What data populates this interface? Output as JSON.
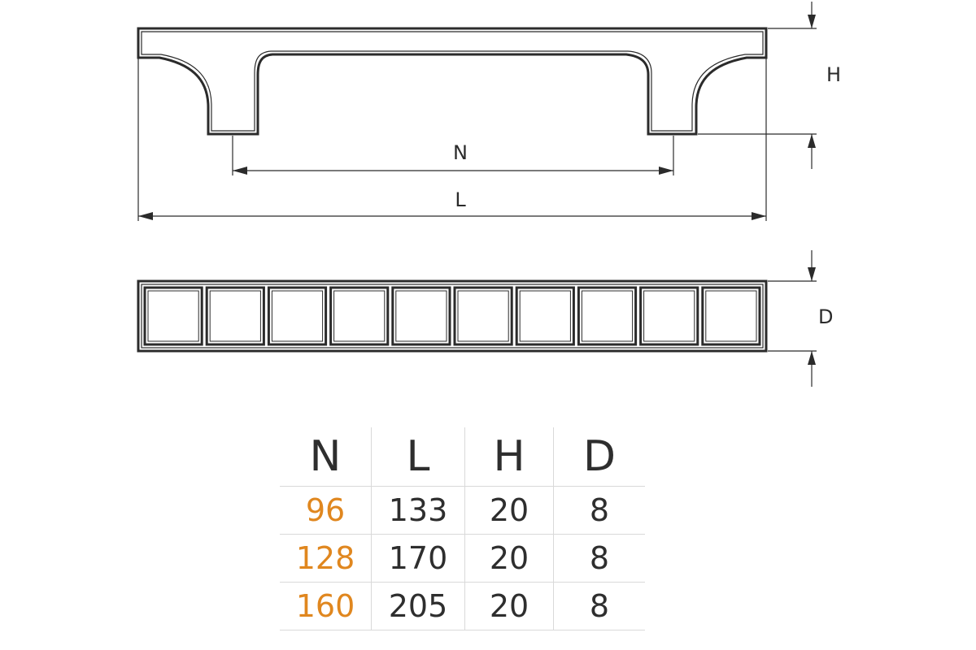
{
  "dimension_labels": {
    "n": "N",
    "l": "L",
    "h": "H",
    "d": "D"
  },
  "table": {
    "headers": [
      "N",
      "L",
      "H",
      "D"
    ],
    "rows": [
      [
        "96",
        "133",
        "20",
        "8"
      ],
      [
        "128",
        "170",
        "20",
        "8"
      ],
      [
        "160",
        "205",
        "20",
        "8"
      ]
    ]
  },
  "colors": {
    "n_values": "#e0871f",
    "text": "#2e2e2e",
    "lines": "#2b2b2b"
  }
}
